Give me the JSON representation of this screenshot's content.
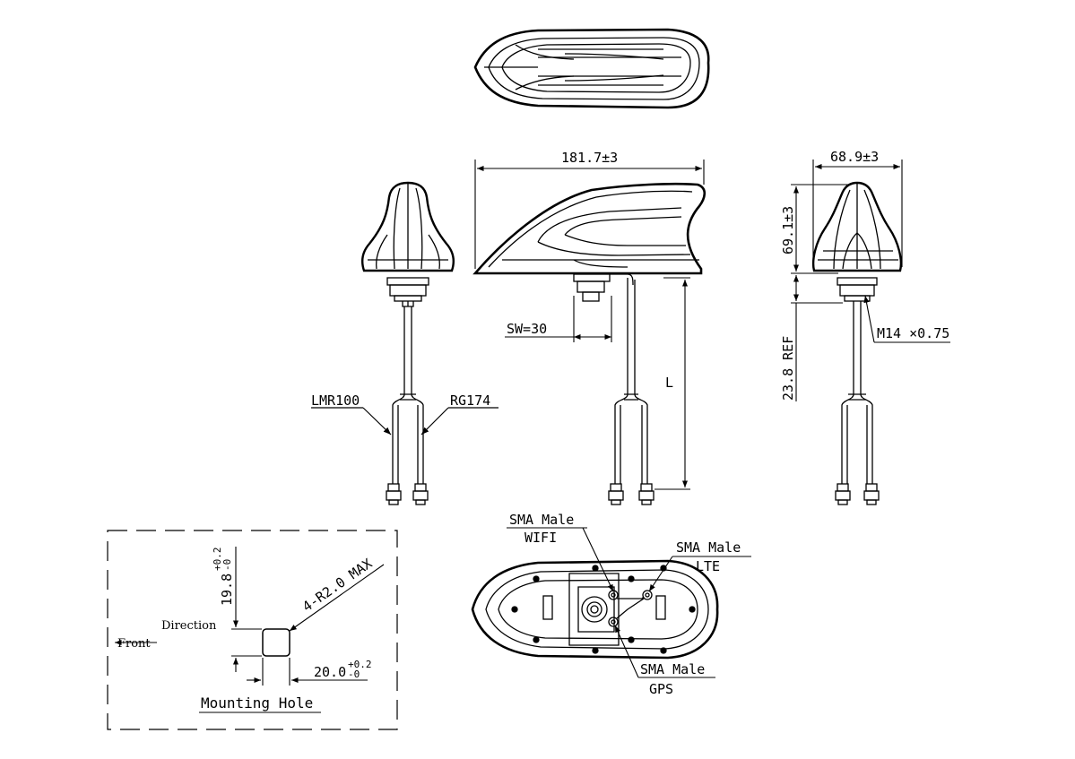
{
  "dimensions": {
    "length": "181.7±3",
    "width": "68.9±3",
    "height": "69.1±3",
    "thread_ref": "23.8 REF",
    "thread": "M14 ×0.75",
    "wrench": "SW=30",
    "cable_length": "L"
  },
  "cables": {
    "left": "LMR100",
    "right": "RG174"
  },
  "connectors": {
    "wifi_type": "SMA Male",
    "wifi_label": "WIFI",
    "lte_type": "SMA Male",
    "lte_label": "LTE",
    "gps_type": "SMA Male",
    "gps_label": "GPS"
  },
  "mounting_hole": {
    "title": "Mounting Hole",
    "radius": "4-R2.0 MAX",
    "height_value": "19.8",
    "height_tol_upper": "+0.2",
    "height_tol_lower": "-0",
    "width_value": "20.0",
    "width_tol_upper": "+0.2",
    "width_tol_lower": "-0",
    "direction_label": "Direction",
    "front_label": "Front"
  },
  "colors": {
    "line": "#000000",
    "background": "#ffffff"
  }
}
